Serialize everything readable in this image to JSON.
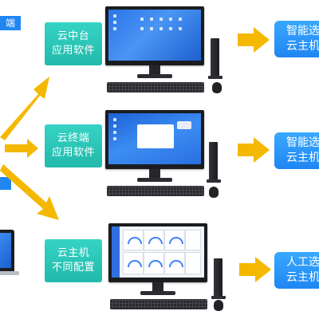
{
  "top_left_fragment": "端",
  "labels": [
    {
      "line1": "云中台",
      "line2": "应用软件"
    },
    {
      "line1": "云终端",
      "line2": "应用软件"
    },
    {
      "line1": "云主机",
      "line2": "不同配置"
    }
  ],
  "results": [
    {
      "line1": "智能选",
      "line2": "云主机"
    },
    {
      "line1": "智能选",
      "line2": "云主机"
    },
    {
      "line1": "人工选",
      "line2": "云主机"
    }
  ],
  "colors": {
    "teal_box": "#21b9ab",
    "result_box": "#1f86f2",
    "arrow": "#f5b800"
  }
}
